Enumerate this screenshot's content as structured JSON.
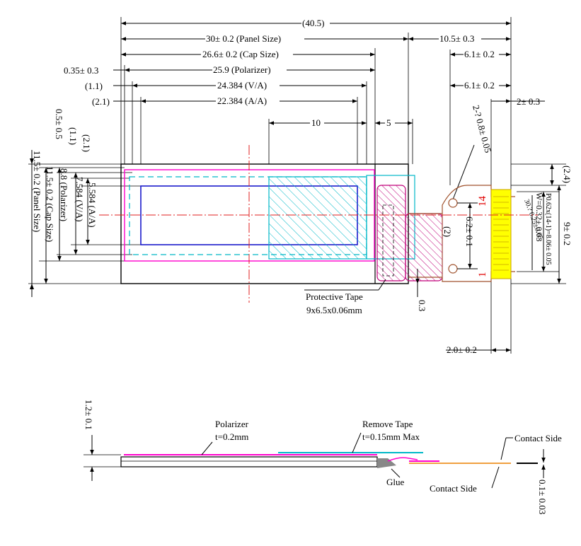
{
  "dimensions": {
    "overall_width": "(40.5)",
    "panel_size_w": "30± 0.2 (Panel Size)",
    "fpc_length": "10.5± 0.3",
    "cap_size_w": "26.6± 0.2 (Cap Size)",
    "fpc_6_1_a": "6.1± 0.2",
    "polarizer_offset": "0.35± 0.3",
    "polarizer_w": "25.9 (Polarizer)",
    "va_offset": "(1.1)",
    "va_w": "24.384 (V/A)",
    "fpc_6_1_b": "6.1± 0.2",
    "fpc_2_0_3": "2± 0.3",
    "aa_offset": "(2.1)",
    "aa_w": "22.384 (A/A)",
    "dim_10": "10",
    "dim_5": "5",
    "hole": "2-? 0.8± 0.05",
    "left_0_5": "0.5± 0.5",
    "left_1_1": "(1.1)",
    "left_2_1": "(2.1)",
    "left_panel_h": "11.5± 0.2 (Panel Size)",
    "left_cap_h": "11.5± 0.2 (Cap Size)",
    "left_pol_h": "8.8 (Polarizer)",
    "left_va_h": "7.584 (V/A)",
    "left_aa_h": "5.584 (A/A)",
    "right_2_4": "(2.4)",
    "right_9": "9± 0.2",
    "pitch": "P0.62x(14-1)=8.06± 0.05",
    "pin_w": "W=0.32± 0.03",
    "pin_shape": "30.? 0.25±0.05",
    "dim_6_2": "6.2± 0.1",
    "dim_2": "(2)",
    "pin_14": "14",
    "pin_1": "1",
    "dim_0_3": "0.3",
    "dim_2_0_2": "2.0± 0.2",
    "protective_tape": "Protective Tape",
    "protective_tape_size": "9x6.5x0.06mm"
  },
  "side_view": {
    "thickness": "1.2± 0.1",
    "polarizer": "Polarizer",
    "polarizer_t": "t=0.2mm",
    "remove_tape": "Remove Tape",
    "remove_tape_t": "t=0.15mm Max",
    "contact_side_top": "Contact Side",
    "contact_side_bottom": "Contact Side",
    "glue": "Glue",
    "fpc_thickness": "0.1± 0.03"
  },
  "colors": {
    "outline": "#000000",
    "polarizer": "#ff00cc",
    "va_area": "#1a1acc",
    "tape": "#00b8c8",
    "ic": "#c0007a",
    "centerline": "#e02020",
    "fpc": "#a0522d",
    "contacts": "#ffff00",
    "pin_label": "#e00000"
  }
}
